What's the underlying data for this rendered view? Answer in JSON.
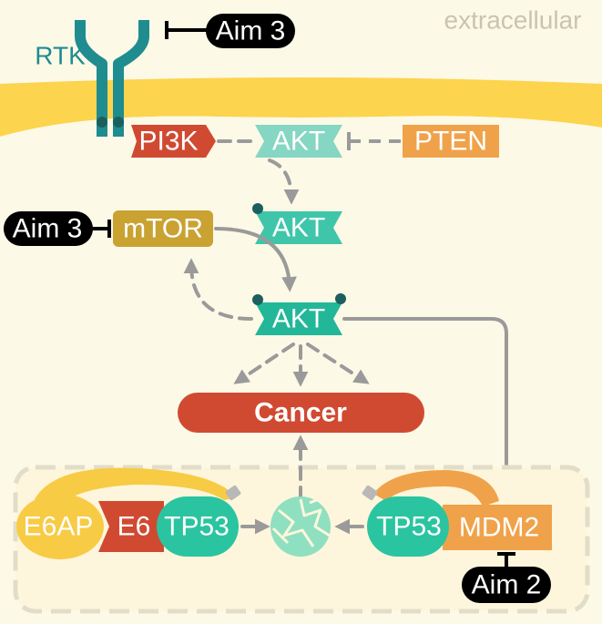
{
  "labels": {
    "extracellular": "extracellular",
    "rtk": "RTK",
    "pi3k": "PI3K",
    "akt_top": "AKT",
    "akt_mid": "AKT",
    "akt_bottom": "AKT",
    "pten": "PTEN",
    "mtor": "mTOR",
    "cancer": "Cancer",
    "e6ap": "E6AP",
    "e6": "E6",
    "tp53_left": "TP53",
    "tp53_right": "TP53",
    "mdm2": "MDM2",
    "aim3_top": "Aim 3",
    "aim3_left": "Aim 3",
    "aim2": "Aim 2"
  },
  "colors": {
    "background": "#fdf9e7",
    "membrane": "#fcd44d",
    "rtk": "#1f8c90",
    "pi3k": "#d04a32",
    "akt_light": "#85d6c2",
    "akt": "#3fc6aa",
    "akt_dark": "#22b798",
    "pten": "#f0a24a",
    "mtor": "#c9a232",
    "cancer": "#d04a32",
    "e6ap": "#f7cb44",
    "e6": "#d04a32",
    "tp53": "#2bc4a0",
    "mdm2": "#f0a24a",
    "aim_pill": "#000000",
    "arrow": "#9a9a9a",
    "phosphate": "#1b5f5f",
    "degraded": "#8fe0c0"
  },
  "icons": {
    "degraded_protein": "shattered-circle-icon",
    "ubiquitin_tag": "ubiquitin-tag-icon"
  }
}
